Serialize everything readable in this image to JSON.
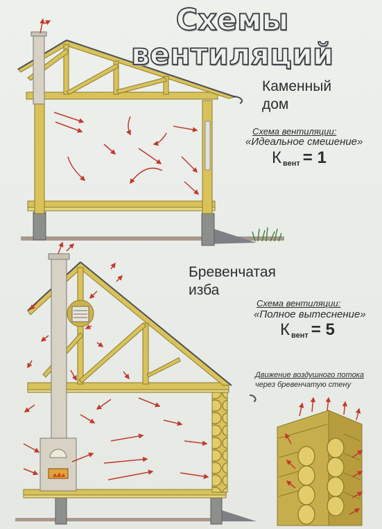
{
  "title": "Схемы вентиляций",
  "stone_house": {
    "heading_line1": "Каменный",
    "heading_line2": "дом",
    "scheme_label": "Схема вентиляции:",
    "scheme_type": "«Идеальное смешение»",
    "k_symbol": "К",
    "k_subscript": "вент",
    "k_value": "= 1"
  },
  "log_hut": {
    "heading_line1": "Бревенчатая",
    "heading_line2": "изба",
    "scheme_label": "Схема вентиляции:",
    "scheme_type": "«Полное вытеснение»",
    "k_symbol": "К",
    "k_subscript": "вент",
    "k_value": "= 5"
  },
  "airflow_note": {
    "line1": "Движение воздушного потока",
    "line2": "через бревенчатую стену"
  },
  "colors": {
    "wood": "#d9c25a",
    "wood_edge": "#8a7a2c",
    "arrow": "#c0392b",
    "ground": "#9b8f86",
    "grass": "#3f7d34",
    "plinth": "#8d8f8c"
  }
}
